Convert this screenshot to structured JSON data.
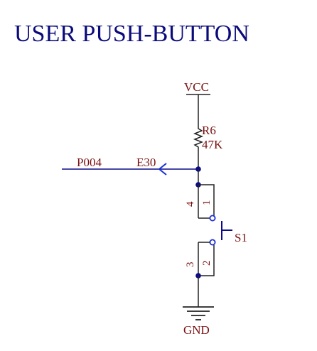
{
  "title": "USER PUSH-BUTTON",
  "power": {
    "label": "VCC"
  },
  "ground": {
    "label": "GND"
  },
  "resistor": {
    "ref": "R6",
    "value": "47K"
  },
  "net": {
    "name": "P004",
    "port": "E30"
  },
  "switch": {
    "ref": "S1",
    "pins_top": [
      "4",
      "1"
    ],
    "pins_bottom": [
      "3",
      "2"
    ]
  },
  "colors": {
    "title": "#0a0a7a",
    "label": "#7a1010",
    "wire": "#0a0a8a",
    "dark_wire": "#222222",
    "port": "#1a2fd6",
    "pin_circle": "#1a2fd6"
  }
}
